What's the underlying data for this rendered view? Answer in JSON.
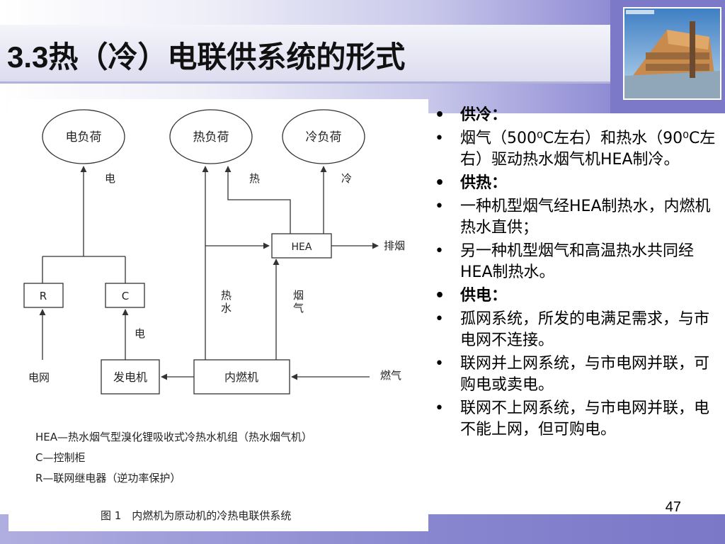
{
  "title": "3.3热（冷）电联供系统的形式",
  "page_number": "47",
  "diagram": {
    "nodes": {
      "elec_load": "电负荷",
      "heat_load": "热负荷",
      "cold_load": "冷负荷",
      "hea": "HEA",
      "r": "R",
      "c": "C",
      "generator": "发电机",
      "engine": "内燃机"
    },
    "flow_labels": {
      "elec_up": "电",
      "heat_up": "热",
      "cold_up": "冷",
      "exhaust": "排烟",
      "hot_water_1": "热",
      "hot_water_2": "水",
      "flue_1": "烟",
      "flue_2": "气",
      "elec_gen": "电",
      "grid": "电网",
      "gas": "燃气"
    },
    "legend": [
      "HEA—热水烟气型溴化锂吸收式冷热水机组（热水烟气机）",
      "C—控制柜",
      "R—联网继电器（逆功率保护）"
    ],
    "caption": "图 1　内燃机为原动机的冷热电联供系统"
  },
  "bullets": [
    {
      "text": "供冷：",
      "heading": true
    },
    {
      "text": "烟气（500⁰C左右）和热水（90⁰C左右）驱动热水烟气机HEA制冷。",
      "heading": false
    },
    {
      "text": "供热：",
      "heading": true
    },
    {
      "text": "一种机型烟气经HEA制热水，内燃机热水直供；",
      "heading": false
    },
    {
      "text": "另一种机型烟气和高温热水共同经HEA制热水。",
      "heading": false
    },
    {
      "text": "供电：",
      "heading": true
    },
    {
      "text": "孤网系统，所发的电满足需求，与市电网不连接。",
      "heading": false
    },
    {
      "text": "联网并上网系统，与市电网并联，可购电或卖电。",
      "heading": false
    },
    {
      "text": "联网不上网系统，与市电网并联，电不能上网，但可购电。",
      "heading": false
    }
  ]
}
